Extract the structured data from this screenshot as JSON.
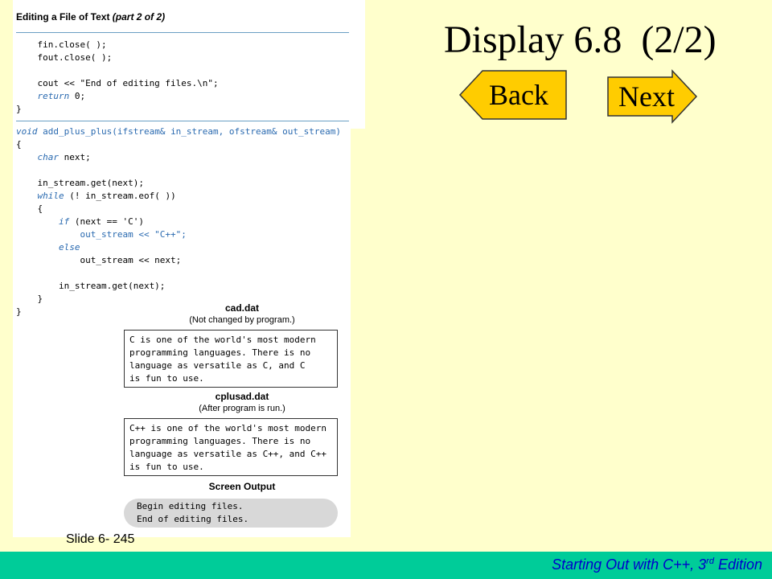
{
  "slide": {
    "title": "Display 6.8  (2/2)",
    "back_label": "Back",
    "next_label": "Next",
    "number": "Slide 6- 245"
  },
  "figure": {
    "header_text": "Editing a File of Text ",
    "header_part": "(part 2 of 2)",
    "code_top": [
      "    fin.close( );",
      "    fout.close( );",
      "",
      "    cout << \"End of editing files.\\n\";",
      "    return 0;",
      "}"
    ],
    "func_signature": "void add_plus_plus(ifstream& in_stream, ofstream& out_stream)",
    "code_body": [
      "{",
      "    char next;",
      "",
      "    in_stream.get(next);",
      "    while (! in_stream.eof( ))",
      "    {",
      "        if (next == 'C')",
      "            out_stream << \"C++\";",
      "        else",
      "            out_stream << next;",
      "",
      "        in_stream.get(next);",
      "    }",
      "}"
    ],
    "cad_title": "cad.dat",
    "cad_subtitle": "(Not changed by program.)",
    "cad_text": "C is one of the world's most modern\nprogramming languages. There is no\nlanguage as versatile as C, and C\nis fun to use.",
    "cplusad_title": "cplusad.dat",
    "cplusad_subtitle": "(After program is run.)",
    "cplusad_text": "C++ is one of the world's most modern\nprogramming languages. There is no\nlanguage as versatile as C++, and C++\nis fun to use.",
    "screen_title": "Screen Output",
    "screen_text": "Begin editing files.\nEnd of editing files."
  },
  "footer": {
    "text": "Starting Out with C++, 3",
    "sup": "rd",
    "tail": " Edition"
  },
  "colors": {
    "background": "#ffffcc",
    "button_fill": "#ffcc00",
    "footer_bar": "#00cc99",
    "footer_text": "#0000cc",
    "keyword_blue": "#2a6ab0"
  }
}
